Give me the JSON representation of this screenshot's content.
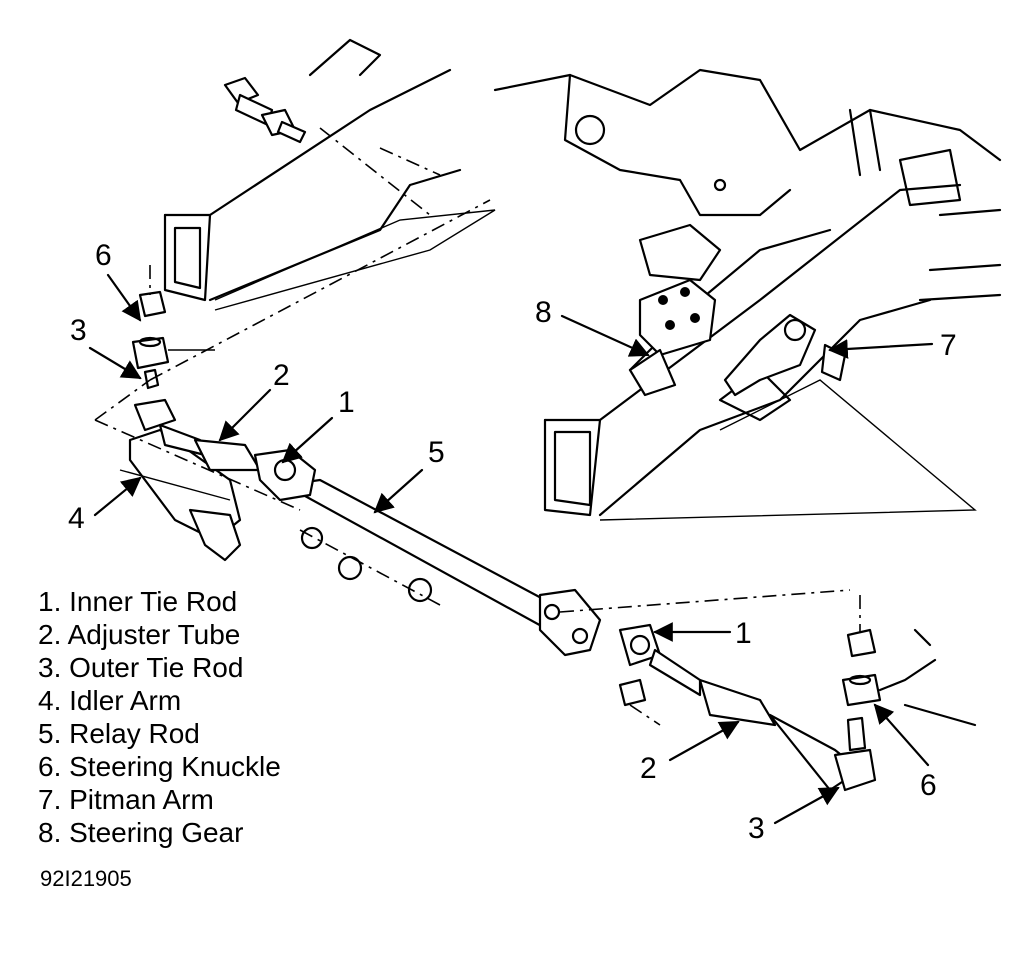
{
  "legend": [
    "1. Inner Tie Rod",
    "2. Adjuster Tube",
    "3. Outer Tie Rod",
    "4. Idler Arm",
    "5. Relay Rod",
    "6. Steering Knuckle",
    "7. Pitman Arm",
    "8. Steering Gear"
  ],
  "figure_id": "92I21905",
  "callouts": {
    "c6_left": "6",
    "c3_left": "3",
    "c2_top": "2",
    "c1_top": "1",
    "c5": "5",
    "c4": "4",
    "c8": "8",
    "c7": "7",
    "c1_right": "1",
    "c2_bottom": "2",
    "c6_right": "6",
    "c3_bottom": "3"
  }
}
